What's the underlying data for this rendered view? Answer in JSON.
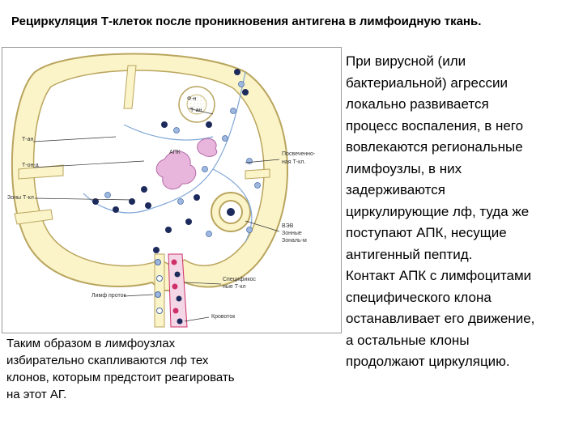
{
  "title": "Рециркуляция Т-клеток после проникновения антигена в лимфоидную ткань.",
  "figure_labels": {
    "l1": "Ф-н",
    "l2": "Т-ан",
    "l3": "Т-ан",
    "l4": "Т-он-а",
    "l5": "Зоны Т-кл",
    "l6": "АПК",
    "l7": "Посвеченно-",
    "l8": "ная Т-кл.",
    "l9": "ВЭВ",
    "l10": "Зонные",
    "l11": "Зональ-м",
    "l12": "Лимф проток",
    "l13": "Спецификос",
    "l14": "ные Т-кл",
    "l15": "Кровоток"
  },
  "caption": [
    "   Таким образом в лимфоузлах",
    " избирательно скапливаются  лф тех",
    "клонов, которым предстоит реагировать",
    " на этот АГ."
  ],
  "side_text": [
    "При вирусной (или",
    "бактериальной) агрессии",
    "локально развивается",
    "процесс воспаления, в  него",
    "вовлекаются региональные",
    "лимфоузлы, в них",
    "задерживаются",
    "циркулирующие лф, туда же",
    "поступают АПК, несущие",
    "антигенный пептид.",
    "Контакт АПК с лимфоцитами",
    "специфического клона",
    "останавливает его движение,",
    "а остальные клоны",
    "продолжают циркуляцию."
  ],
  "colors": {
    "node_fill": "#fbf4c8",
    "node_stroke": "#b9a55e",
    "cell_dark": "#1c2a5c",
    "cell_light": "#9fb8e0",
    "path_blue": "#7fa6d6",
    "apc_pink": "#e8b6dc",
    "vessel_red": "#d0306a"
  }
}
